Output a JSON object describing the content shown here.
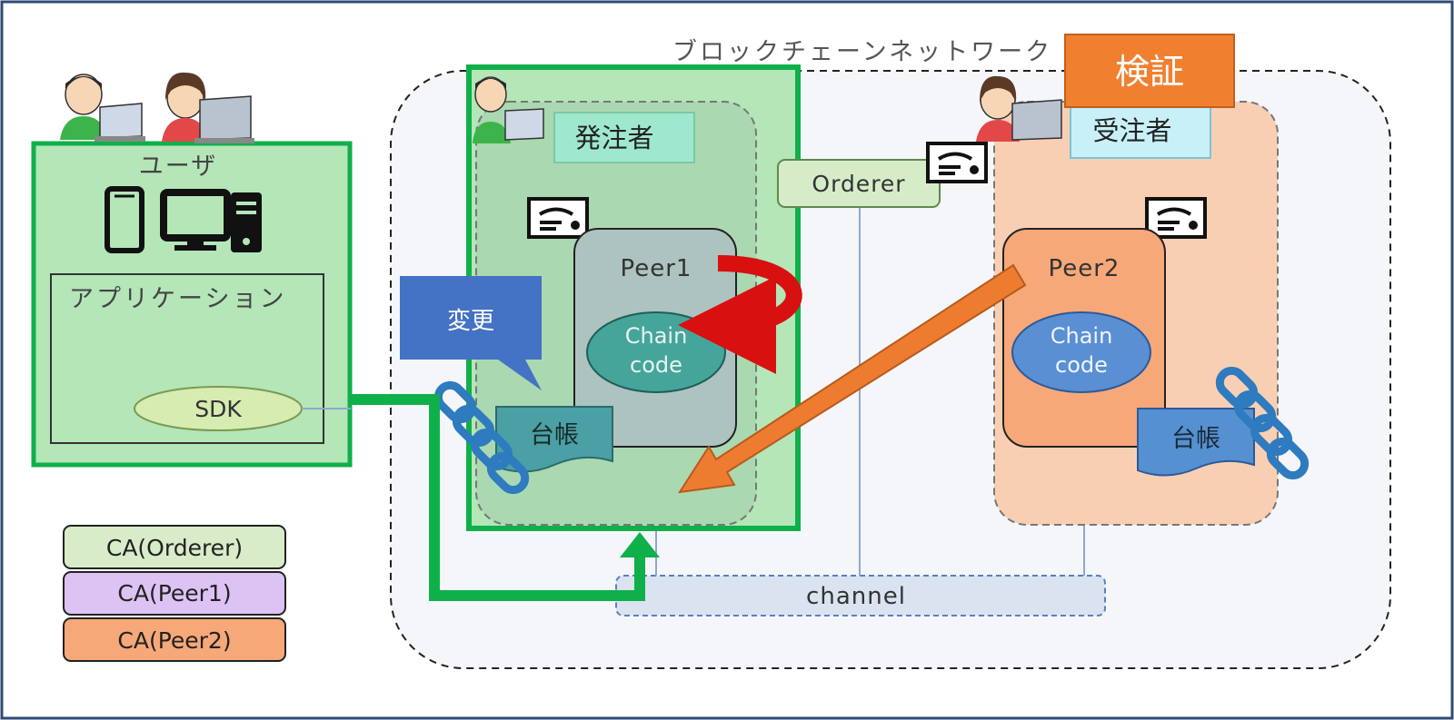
{
  "network": {
    "label": "ブロックチェーンネットワーク"
  },
  "verify_badge": {
    "label": "検証",
    "color": "#f08030"
  },
  "orderer": {
    "label": "Orderer"
  },
  "orgs": {
    "orderer_side": {
      "tag": "発注者",
      "peer": "Peer1",
      "chaincode_line1": "Chain",
      "chaincode_line2": "code",
      "ledger": "台帳"
    },
    "receiver_side": {
      "tag": "受注者",
      "peer": "Peer2",
      "chaincode_line1": "Chain",
      "chaincode_line2": "code",
      "ledger": "台帳"
    }
  },
  "user": {
    "label": "ユーザ",
    "app_label": "アプリケーション",
    "sdk": "SDK"
  },
  "change_callout": {
    "label": "変更"
  },
  "channel": {
    "label": "channel"
  },
  "ca_list": [
    {
      "label": "CA(Orderer)",
      "color": "#d9ecc9"
    },
    {
      "label": "CA(Peer1)",
      "color": "#dcc3f3"
    },
    {
      "label": "CA(Peer2)",
      "color": "#f6a878"
    }
  ],
  "icons": {
    "users": [
      "man-at-laptop-icon",
      "woman-at-laptop-icon"
    ],
    "devices": [
      "smartphone-icon",
      "desktop-icon",
      "tower-pc-icon"
    ],
    "certificates": [
      "certificate-icon"
    ],
    "links": [
      "chain-link-icon"
    ]
  }
}
